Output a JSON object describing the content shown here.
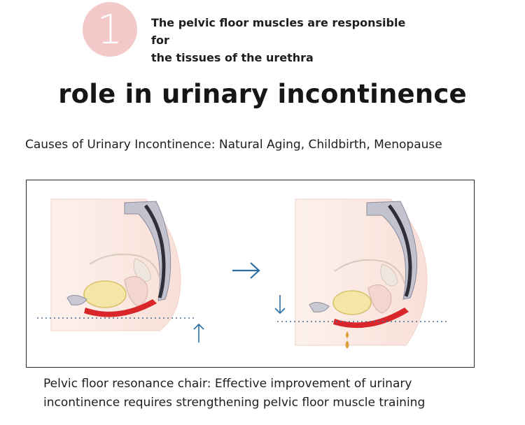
{
  "badge": {
    "number": "1"
  },
  "intro": {
    "line1": "The pelvic floor muscles are responsible for",
    "line2": "the tissues of the urethra"
  },
  "heading": "role in urinary incontinence",
  "causes": "Causes of Urinary Incontinence: Natural Aging, Childbirth, Menopause",
  "caption": {
    "line1": "Pelvic floor resonance chair: Effective improvement of urinary",
    "line2": "incontinence requires strengthening pelvic floor muscle training"
  },
  "colors": {
    "badge": "#f2c9c8",
    "skin": "#fbe9e3",
    "muscle": "#d9262b",
    "arrow_blue": "#2e6da4",
    "dotted_line": "#4a6b8f",
    "bladder": "#f4e6a6",
    "spine": "#a9a9b8",
    "urine_drop": "#d9a23c"
  },
  "icons": [
    "right-arrow-icon",
    "up-arrow-icon",
    "down-arrow-icon"
  ]
}
